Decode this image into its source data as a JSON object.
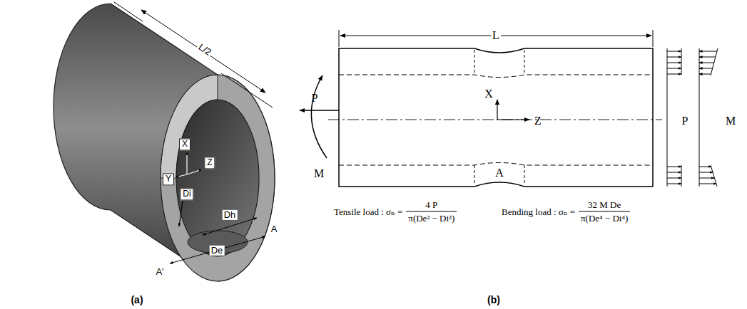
{
  "diagram": {
    "labels": [
      "L/2",
      "X",
      "Y",
      "Z",
      "Di",
      "Dh",
      "A",
      "A'",
      "De",
      "(a)",
      "L",
      "P",
      "M",
      "X",
      "Z",
      "A",
      "P",
      "M",
      "Tensile load : σₙ =",
      "4 P",
      "π(De² − Di²)",
      "Bending load : σₙ =",
      "32 M De",
      "π(De⁴ − Di⁴)",
      "(b)"
    ]
  }
}
